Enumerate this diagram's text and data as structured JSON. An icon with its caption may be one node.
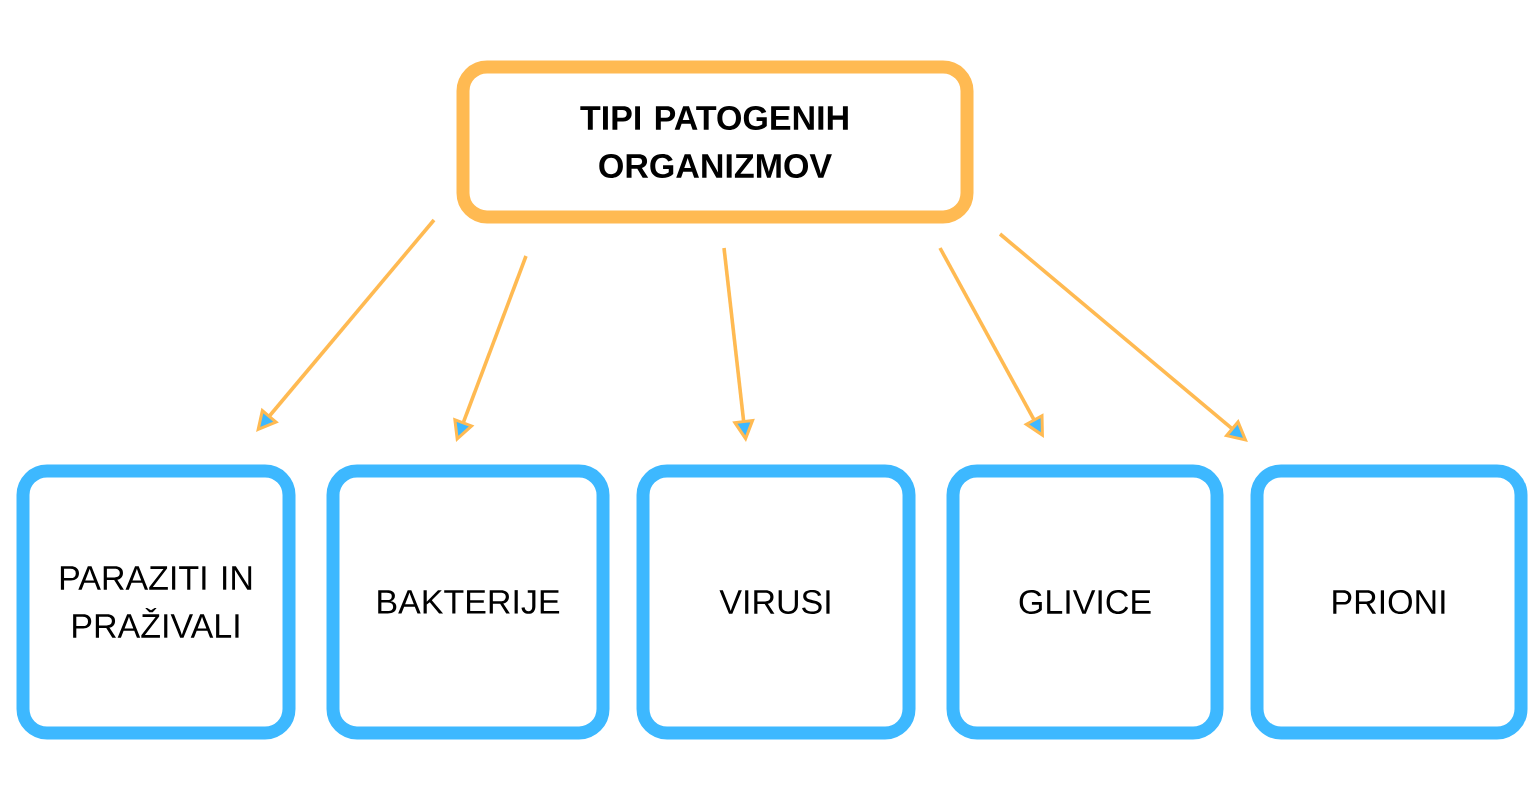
{
  "diagram": {
    "nodes": [
      {
        "text": [
          "TIPI PATOGENIH ORGANIZMOV"
        ]
      },
      {
        "text": [
          "PARAZITI IN PRAŽIVALI"
        ]
      },
      {
        "text": [
          "BAKTERIJE"
        ]
      },
      {
        "text": [
          "VIRUSI"
        ]
      },
      {
        "text": [
          "GLIVICE"
        ]
      },
      {
        "text": [
          "PRIONI"
        ]
      }
    ],
    "edges": [
      {
        "from": 0,
        "to": 1,
        "arrow": "to"
      },
      {
        "from": 0,
        "to": 2,
        "arrow": "to"
      },
      {
        "from": 0,
        "to": 3,
        "arrow": "to"
      },
      {
        "from": 0,
        "to": 4,
        "arrow": "to"
      },
      {
        "from": 0,
        "to": 5,
        "arrow": "to"
      }
    ]
  }
}
